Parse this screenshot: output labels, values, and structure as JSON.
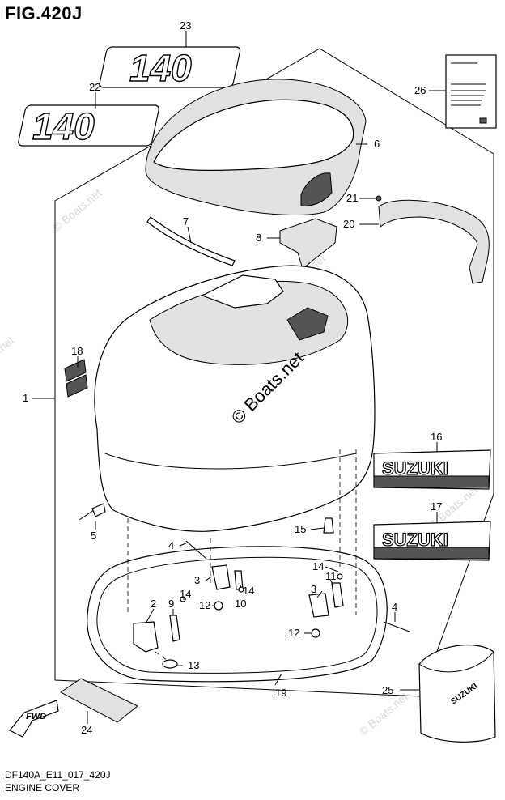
{
  "figure": {
    "title": "FIG.420J",
    "code": "DF140A_E11_017_420J",
    "name": "ENGINE COVER"
  },
  "decals": {
    "model_number": "140",
    "brand": "SUZUKI",
    "fwd": "FWD"
  },
  "watermark": {
    "text": "© Boats.net"
  },
  "callouts": {
    "c1": "1",
    "c2": "2",
    "c3a": "3",
    "c3b": "3",
    "c4a": "4",
    "c4b": "4",
    "c5": "5",
    "c6": "6",
    "c7": "7",
    "c8": "8",
    "c9": "9",
    "c10": "10",
    "c11": "11",
    "c12a": "12",
    "c12b": "12",
    "c13": "13",
    "c14a": "14",
    "c14b": "14",
    "c14c": "14",
    "c15": "15",
    "c16": "16",
    "c17": "17",
    "c18": "18",
    "c19": "19",
    "c20": "20",
    "c21": "21",
    "c22": "22",
    "c23": "23",
    "c24": "24",
    "c25": "25",
    "c26": "26"
  }
}
